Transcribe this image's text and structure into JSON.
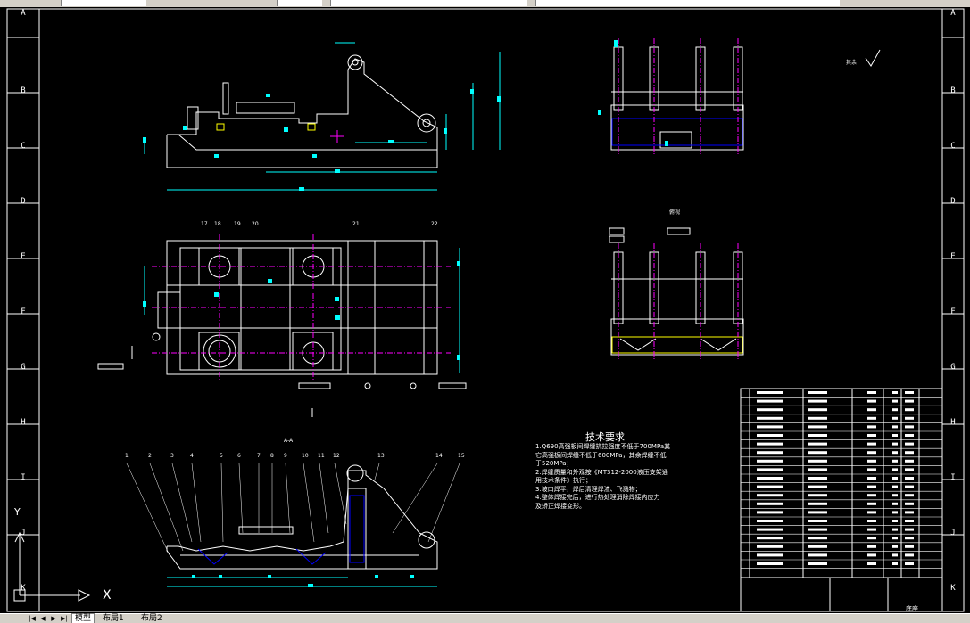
{
  "toolbar": {
    "buttons": [
      "",
      "",
      "",
      ""
    ]
  },
  "drawing": {
    "row_labels": [
      "A",
      "B",
      "C",
      "D",
      "E",
      "F",
      "G",
      "H",
      "I",
      "J",
      "K"
    ],
    "rough_note": "其余",
    "section_label": "A-A",
    "view_label": "俯视",
    "tech_title": "技术要求",
    "tech_lines": [
      "1.Q690高强板间焊缝抗拉强度不低于700MPa其",
      "它高强板间焊缝不低于600MPa，其余焊缝不低",
      "于520MPa；",
      "2.焊缝质量和外观按《MT312-2000液压支架通",
      "用技术条件》执行；",
      "3.坡口焊平，焊后清理焊渣、飞溅物；",
      "4.整体焊接完后，进行热处理消除焊接内应力",
      "及矫正焊接变形。"
    ],
    "title_block_name": "底座",
    "part_numbers_section": [
      "1",
      "2",
      "3",
      "4",
      "5",
      "6",
      "7",
      "8",
      "9",
      "10",
      "11",
      "12",
      "13",
      "14",
      "15"
    ],
    "part_numbers_top": [
      "17",
      "18",
      "19",
      "20",
      "21",
      "22"
    ],
    "axis_y": "Y",
    "axis_x": "X"
  },
  "status": {
    "tabs": [
      "模型",
      "布局1",
      "布局2"
    ],
    "active_tab": "模型"
  },
  "colors": {
    "background": "#000000",
    "lines": "#ffffff",
    "centerlines": "#ff00ff",
    "dimensions": "#00ffff",
    "highlight": "#0000ff",
    "accent": "#ffff00"
  }
}
